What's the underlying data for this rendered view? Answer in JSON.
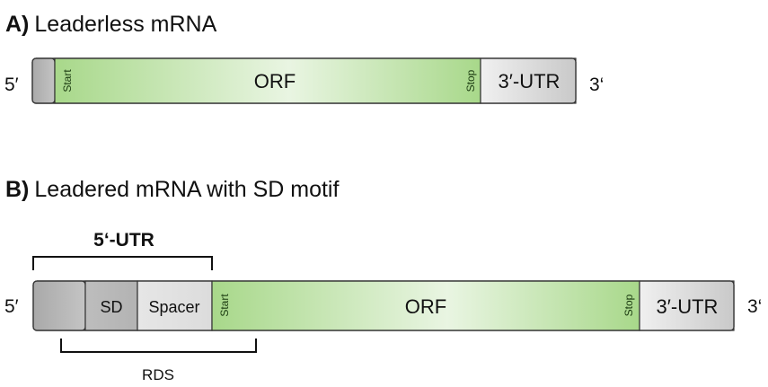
{
  "panel_a": {
    "letter": "A)",
    "title": "Leaderless mRNA",
    "five_prime": "5′",
    "three_prime": "3‘",
    "start": "Start",
    "orf": "ORF",
    "stop": "Stop",
    "utr3": "3′-UTR"
  },
  "panel_b": {
    "letter": "B)",
    "title": "Leadered mRNA with SD motif",
    "five_prime": "5′",
    "three_prime": "3‘",
    "utr5_title": "5‘-UTR",
    "sd": "SD",
    "spacer": "Spacer",
    "start": "Start",
    "orf": "ORF",
    "stop": "Stop",
    "utr3": "3′-UTR",
    "rds": "RDS"
  },
  "colors": {
    "orf_green": "#a8d88a",
    "orf_light": "#f2f9ee",
    "cap_grey": "#b8b8b8",
    "utr_light": "#e4e4e4"
  }
}
